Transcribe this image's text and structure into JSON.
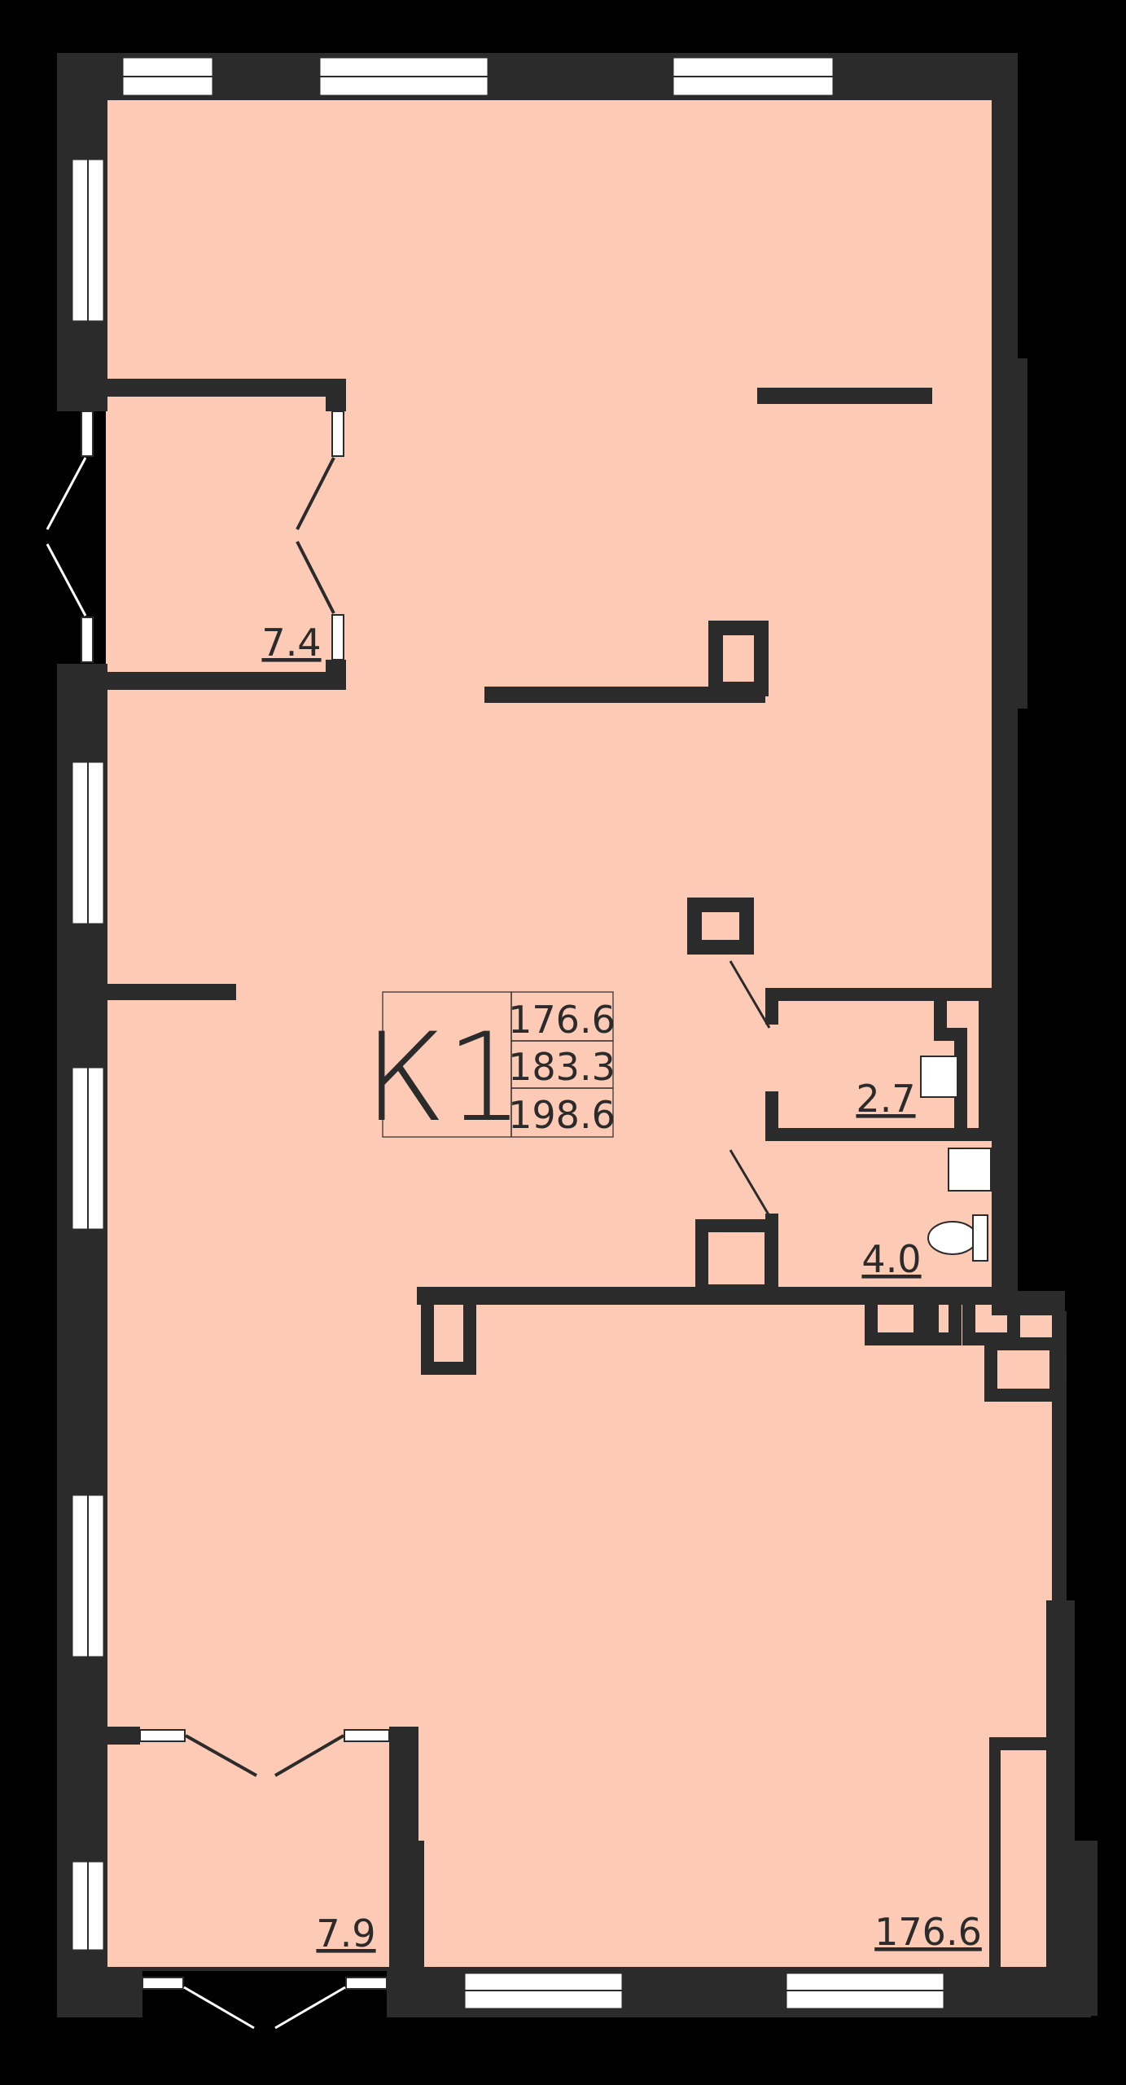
{
  "colors": {
    "background": "#000000",
    "floor": "#fdcbb5",
    "wall": "#2b2b2b",
    "window_glass": "#ffffff",
    "line": "#2b2b2b"
  },
  "unit": {
    "label": "К1",
    "areas": [
      "176.6",
      "183.3",
      "198.6"
    ]
  },
  "rooms": {
    "vestibule_top": "7.4",
    "bathroom_small": "2.7",
    "bathroom_large": "4.0",
    "vestibule_bottom": "7.9",
    "main_hall": "176.6"
  },
  "icons": [
    "sink-icon",
    "toilet-icon",
    "door-swing-icon",
    "window-icon"
  ]
}
